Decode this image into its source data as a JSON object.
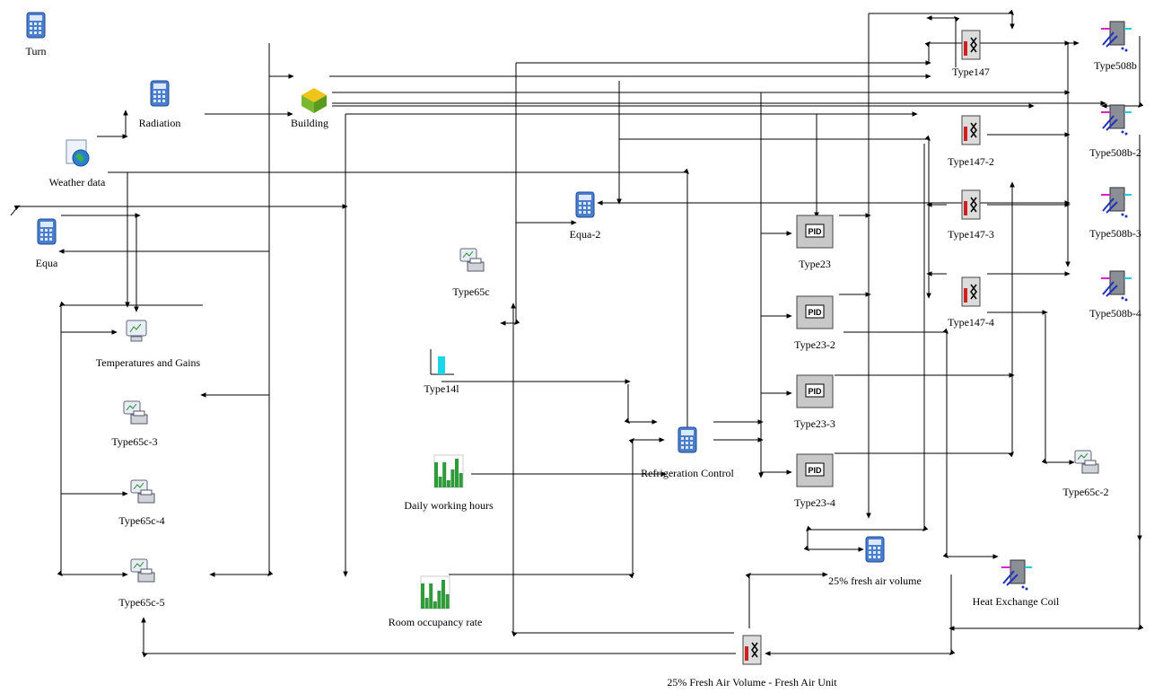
{
  "components": [
    {
      "id": "turn",
      "label": "Turn",
      "icon": "calculator-icon",
      "kind": "calc"
    },
    {
      "id": "radiation",
      "label": "Radiation",
      "icon": "calculator-icon",
      "kind": "calc"
    },
    {
      "id": "weather",
      "label": "Weather data",
      "icon": "weather-data-icon",
      "kind": "weather"
    },
    {
      "id": "building",
      "label": "Building",
      "icon": "building-icon",
      "kind": "building"
    },
    {
      "id": "equa",
      "label": "Equa",
      "icon": "calculator-icon",
      "kind": "calc"
    },
    {
      "id": "temps",
      "label": "Temperatures and Gains",
      "icon": "online-plotter-icon",
      "kind": "monitor"
    },
    {
      "id": "t65c3",
      "label": "Type65c-3",
      "icon": "printer-plotter-icon",
      "kind": "printer"
    },
    {
      "id": "t65c4",
      "label": "Type65c-4",
      "icon": "printer-plotter-icon",
      "kind": "printer"
    },
    {
      "id": "t65c5",
      "label": "Type65c-5",
      "icon": "printer-plotter-icon",
      "kind": "printer"
    },
    {
      "id": "t65c",
      "label": "Type65c",
      "icon": "printer-plotter-icon",
      "kind": "printer"
    },
    {
      "id": "equa2",
      "label": "Equa-2",
      "icon": "calculator-icon",
      "kind": "calc"
    },
    {
      "id": "t14",
      "label": "Type14l",
      "icon": "forcing-function-icon",
      "kind": "forcing"
    },
    {
      "id": "daily",
      "label": "Daily working hours",
      "icon": "schedule-chart-icon",
      "kind": "schedule"
    },
    {
      "id": "occ",
      "label": "Room occupancy rate",
      "icon": "schedule-chart-icon",
      "kind": "schedule"
    },
    {
      "id": "refctl",
      "label": "Refrigeration Control",
      "icon": "calculator-icon",
      "kind": "calc"
    },
    {
      "id": "t23",
      "label": "Type23",
      "icon": "pid-controller-icon",
      "kind": "pid"
    },
    {
      "id": "t23_2",
      "label": "Type23-2",
      "icon": "pid-controller-icon",
      "kind": "pid"
    },
    {
      "id": "t23_3",
      "label": "Type23-3",
      "icon": "pid-controller-icon",
      "kind": "pid"
    },
    {
      "id": "t23_4",
      "label": "Type23-4",
      "icon": "pid-controller-icon",
      "kind": "pid"
    },
    {
      "id": "t147",
      "label": "Type147",
      "icon": "fan-icon",
      "kind": "fan"
    },
    {
      "id": "t147_2",
      "label": "Type147-2",
      "icon": "fan-icon",
      "kind": "fan"
    },
    {
      "id": "t147_3",
      "label": "Type147-3",
      "icon": "fan-icon",
      "kind": "fan"
    },
    {
      "id": "t147_4",
      "label": "Type147-4",
      "icon": "fan-icon",
      "kind": "fan"
    },
    {
      "id": "t508b",
      "label": "Type508b",
      "icon": "cooling-coil-icon",
      "kind": "coil"
    },
    {
      "id": "t508b2",
      "label": "Type508b-2",
      "icon": "cooling-coil-icon",
      "kind": "coil"
    },
    {
      "id": "t508b3",
      "label": "Type508b-3",
      "icon": "cooling-coil-icon",
      "kind": "coil"
    },
    {
      "id": "t508b4",
      "label": "Type508b-4",
      "icon": "cooling-coil-icon",
      "kind": "coil"
    },
    {
      "id": "t65c2",
      "label": "Type65c-2",
      "icon": "printer-plotter-icon",
      "kind": "printer"
    },
    {
      "id": "fresh25",
      "label": "25% fresh air volume",
      "icon": "calculator-icon",
      "kind": "calc"
    },
    {
      "id": "hxcoil",
      "label": "Heat Exchange Coil",
      "icon": "heat-exchange-coil-icon",
      "kind": "coil"
    },
    {
      "id": "freshunit",
      "label": "25% Fresh Air Volume - Fresh Air Unit",
      "icon": "fan-icon",
      "kind": "fan"
    }
  ],
  "colors": {
    "line": "#000000",
    "calc": "#4a7fd0",
    "building_green": "#7ab82e",
    "building_yellow": "#f0c419",
    "schedule_green": "#2e9a3a",
    "forcing_cyan": "#19d7e6",
    "pid_gray": "#c8c8c8",
    "coil_magenta": "#e020d0",
    "coil_cyan": "#22c8e8",
    "coil_blue": "#2030c0",
    "fan_red": "#d02020"
  }
}
